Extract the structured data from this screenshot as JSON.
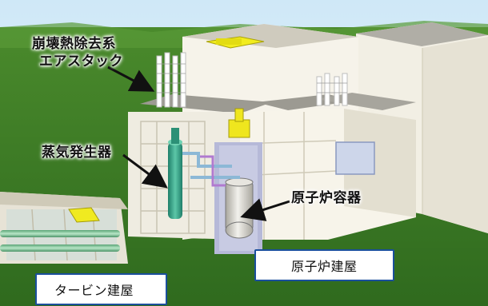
{
  "labels": {
    "dhr_air_stack_line1": "崩壊熱除去系",
    "dhr_air_stack_line2": "エアスタック",
    "steam_generator": "蒸気発生器",
    "reactor_vessel": "原子炉容器",
    "reactor_building": "原子炉建屋",
    "turbine_building": "タービン建屋"
  },
  "colors": {
    "sky": "#bfe0f4",
    "grass": "#3e7a26",
    "wall": "#f4f1e6",
    "wall_shade": "#d9d4c3",
    "roof": "#8f8f8f",
    "label_border": "#1a4f9c",
    "steam_generator": "#2f9f86",
    "reactor_vessel": "#d8d6cf",
    "crane": "#f0ea20",
    "piping": "#7fbf9a"
  },
  "icons": [
    "arrow-dhr-icon",
    "arrow-rv-icon"
  ]
}
